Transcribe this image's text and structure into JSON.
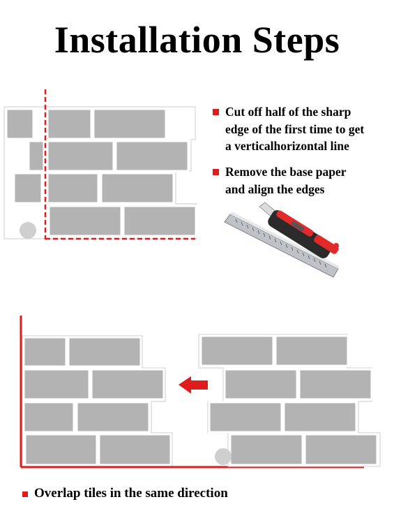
{
  "title": "Installation Steps",
  "steps": [
    {
      "lines": [
        "Cut off half of the sharp",
        "edge of the first time to get",
        "a verticalhorizontal line"
      ]
    },
    {
      "lines": [
        "Remove the base paper",
        "and align the edges"
      ]
    }
  ],
  "footer_note": "Overlap tiles in the same direction",
  "colors": {
    "accent": "#e01b1b",
    "tile": "#b3b3b3",
    "tile_border": "#ffffff",
    "sheet_border": "#d0d0d0"
  },
  "icons": [
    "bullet-square-icon",
    "ruler-icon",
    "utility-knife-icon",
    "arrow-left-icon",
    "peel-here-tab-icon"
  ]
}
